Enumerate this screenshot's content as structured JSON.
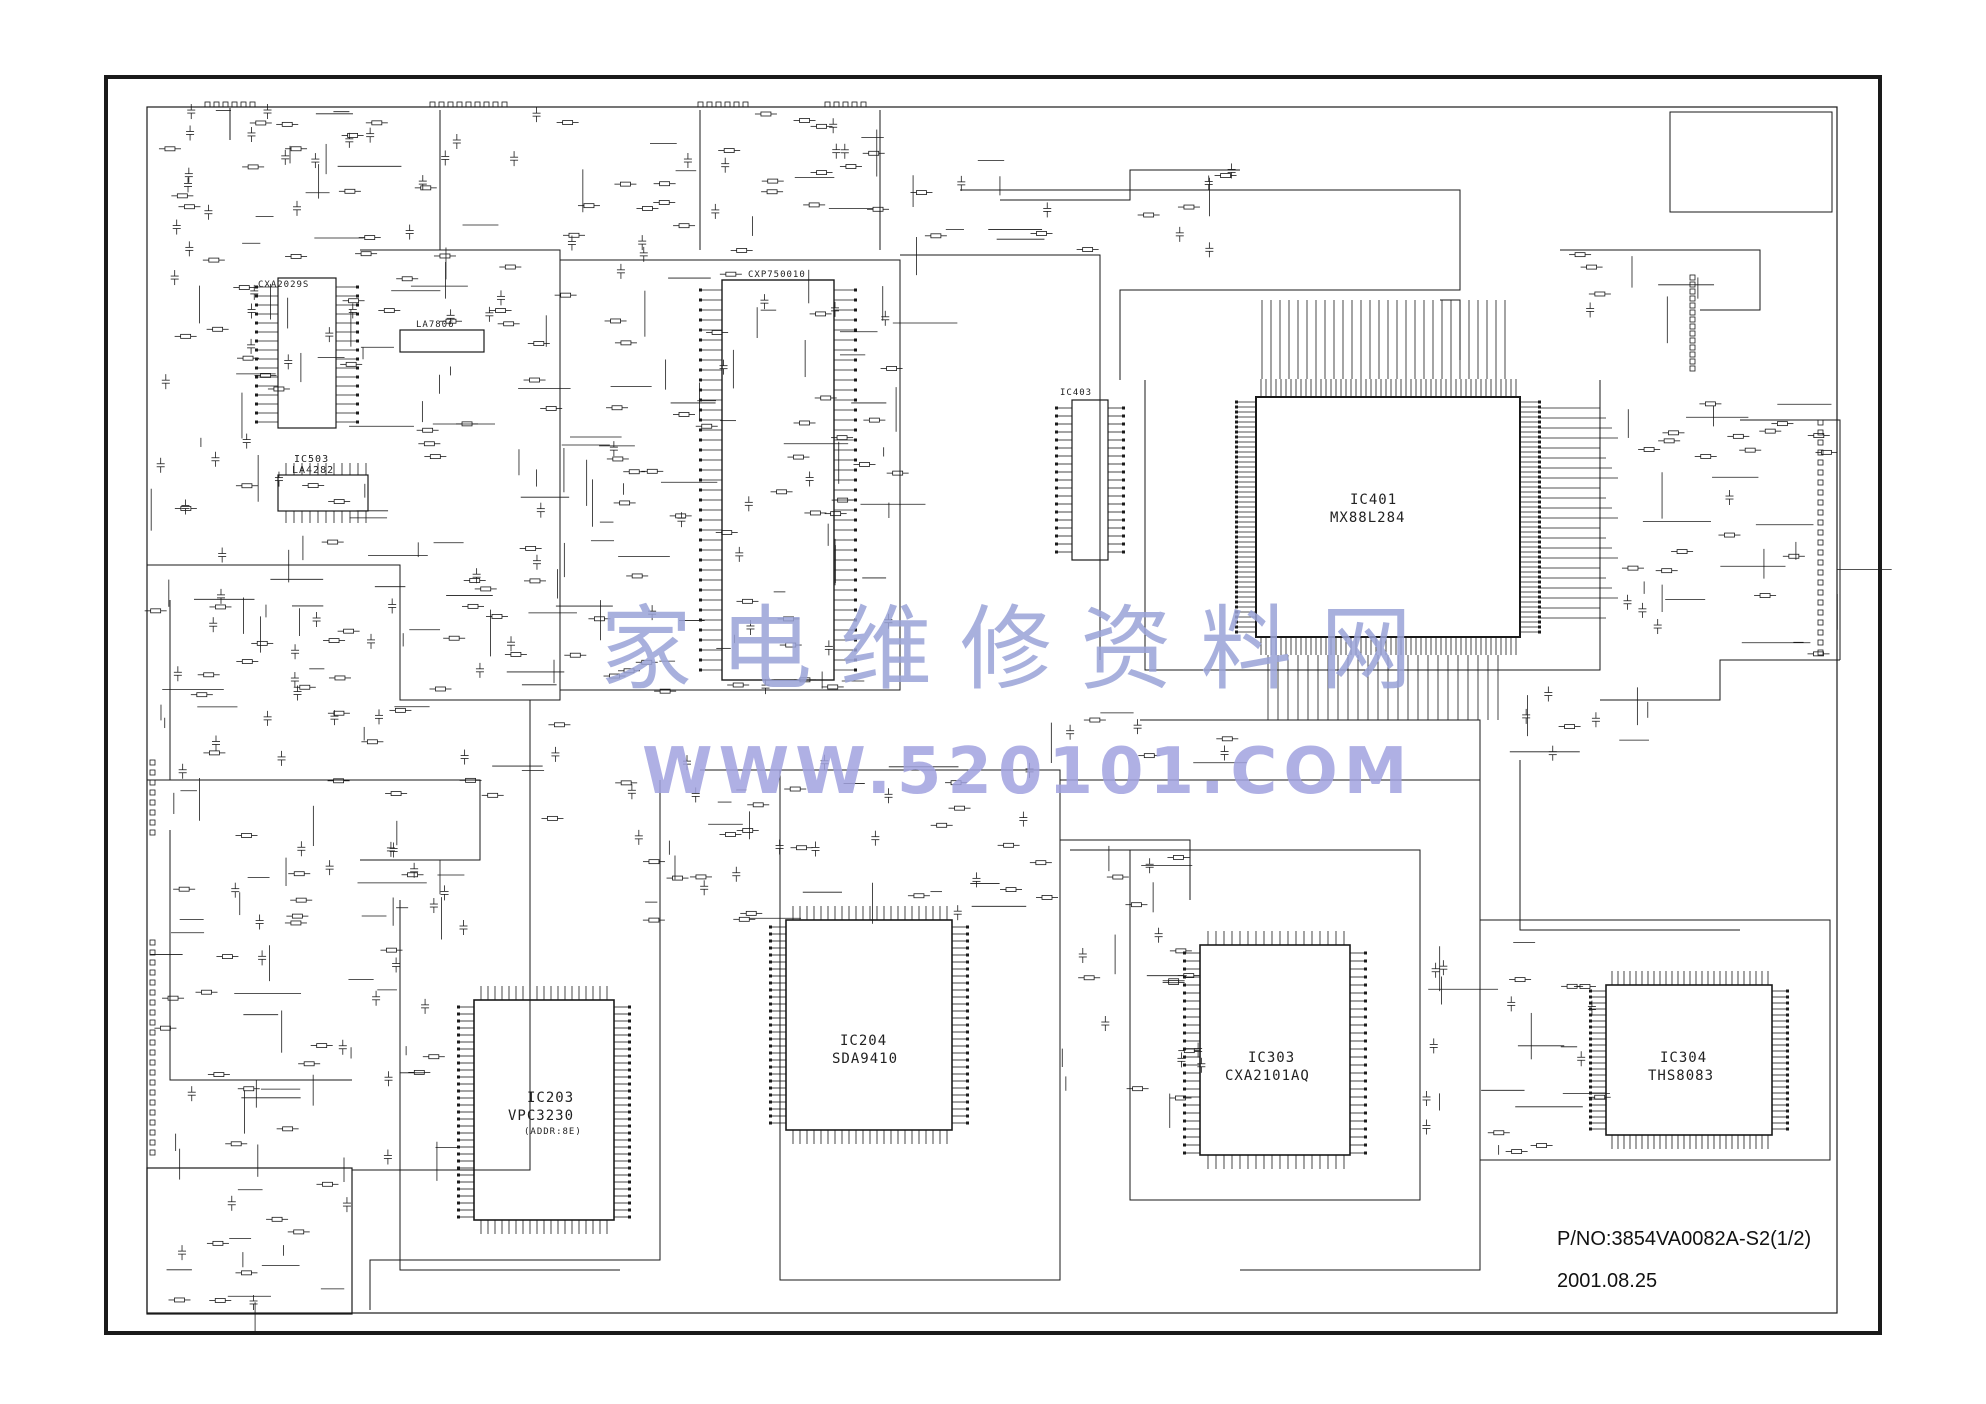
{
  "watermark": {
    "chinese": "家电维修资料网",
    "url": "WWW.520101.COM"
  },
  "footer": {
    "part_number": "P/NO:3854VA0082A-S2(1/2)",
    "date": "2001.08.25"
  },
  "ics": {
    "ic401": {
      "ref": "IC401",
      "part": "MX88L284"
    },
    "ic203": {
      "ref": "IC203",
      "part": "VPC3230",
      "note": "(ADDR:8E)"
    },
    "ic204": {
      "ref": "IC204",
      "part": "SDA9410"
    },
    "ic303": {
      "ref": "IC303",
      "part": "CXA2101AQ"
    },
    "ic304": {
      "ref": "IC304",
      "part": "THS8083"
    },
    "ic503": {
      "ref": "IC503",
      "part": "LA4282"
    },
    "cxa": {
      "part": "CXA2029S"
    },
    "cxp": {
      "part": "CXP750010"
    },
    "ic403": {
      "ref": "IC403"
    },
    "la7": {
      "part": "LA7806"
    }
  },
  "colors": {
    "ink": "#1a1a1a",
    "watermark": "#9aa3d8",
    "paper": "#ffffff"
  }
}
